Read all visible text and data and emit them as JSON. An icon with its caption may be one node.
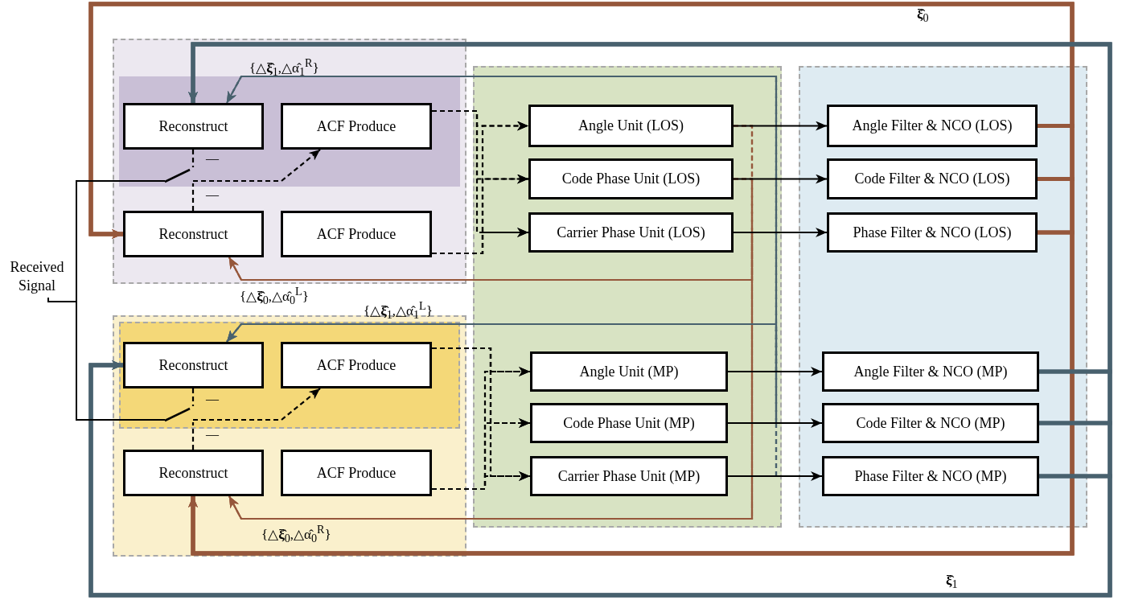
{
  "diagram": {
    "nodes": [
      {
        "text": [
          "Received Signal"
        ]
      },
      {
        "text": [],
        "shape": "box"
      },
      {
        "text": [],
        "shape": "box",
        "in": 1
      },
      {
        "text": [
          "Reconstruct"
        ],
        "in": 2
      },
      {
        "text": [
          "ACF Produce"
        ],
        "in": 2
      },
      {
        "text": [],
        "shape": "switch",
        "in": 2
      },
      {
        "text": [
          "Reconstruct"
        ],
        "in": 1
      },
      {
        "text": [
          "ACF Produce"
        ],
        "in": 1
      },
      {
        "text": [],
        "shape": "box"
      },
      {
        "text": [],
        "shape": "box",
        "in": 8
      },
      {
        "text": [
          "Reconstruct"
        ],
        "in": 9
      },
      {
        "text": [
          "ACF Produce"
        ],
        "in": 9
      },
      {
        "text": [],
        "shape": "switch",
        "in": 9
      },
      {
        "text": [
          "Reconstruct"
        ],
        "in": 8
      },
      {
        "text": [
          "ACF Produce"
        ],
        "in": 8
      },
      {
        "text": [],
        "shape": "box"
      },
      {
        "text": [
          "Angle Unit (LOS)"
        ],
        "in": 15
      },
      {
        "text": [
          "Code Phase Unit (LOS)"
        ],
        "in": 15
      },
      {
        "text": [
          "Carrier Phase Unit (LOS)"
        ],
        "in": 15
      },
      {
        "text": [
          "Angle Unit (MP)"
        ],
        "in": 15
      },
      {
        "text": [
          "Code Phase Unit (MP)"
        ],
        "in": 15
      },
      {
        "text": [
          "Carrier Phase Unit (MP)"
        ],
        "in": 15
      },
      {
        "text": [],
        "shape": "box"
      },
      {
        "text": [
          "Angle Filter & NCO (LOS)"
        ],
        "in": 22
      },
      {
        "text": [
          "Code Filter & NCO (LOS)"
        ],
        "in": 22
      },
      {
        "text": [
          "Phase Filter & NCO (LOS)"
        ],
        "in": 22
      },
      {
        "text": [
          "Angle Filter & NCO (MP)"
        ],
        "in": 22
      },
      {
        "text": [
          "Code Filter & NCO (MP)"
        ],
        "in": 22
      },
      {
        "text": [
          "Phase Filter & NCO (MP)"
        ],
        "in": 22
      }
    ],
    "edges": [
      {
        "from": 0,
        "to": 5,
        "arrow": "none"
      },
      {
        "from": 3,
        "to": 5,
        "arrow": "none",
        "style": "dashed"
      },
      {
        "from": 6,
        "to": 5,
        "arrow": "none",
        "style": "dashed"
      },
      {
        "from": 5,
        "to": 4,
        "arrow": "to",
        "style": "dashed"
      },
      {
        "from": 0,
        "to": 12,
        "arrow": "none"
      },
      {
        "from": 10,
        "to": 12,
        "arrow": "none",
        "style": "dashed"
      },
      {
        "from": 13,
        "to": 12,
        "arrow": "none",
        "style": "dashed"
      },
      {
        "from": 12,
        "to": 11,
        "arrow": "to",
        "style": "dashed"
      },
      {
        "from": 4,
        "to": 16,
        "arrow": "to",
        "style": "dashed"
      },
      {
        "from": 4,
        "to": 17,
        "arrow": "to",
        "style": "dashed"
      },
      {
        "from": 4,
        "to": 18,
        "arrow": "to",
        "style": "dashed"
      },
      {
        "from": 7,
        "to": 16,
        "arrow": "to",
        "style": "dashed"
      },
      {
        "from": 7,
        "to": 17,
        "arrow": "to",
        "style": "dashed"
      },
      {
        "from": 7,
        "to": 18,
        "arrow": "to",
        "style": "dashed"
      },
      {
        "from": 11,
        "to": 19,
        "arrow": "to",
        "style": "dashed"
      },
      {
        "from": 11,
        "to": 20,
        "arrow": "to",
        "style": "dashed"
      },
      {
        "from": 11,
        "to": 21,
        "arrow": "to",
        "style": "dashed"
      },
      {
        "from": 14,
        "to": 19,
        "arrow": "to",
        "style": "dashed"
      },
      {
        "from": 14,
        "to": 20,
        "arrow": "to",
        "style": "dashed"
      },
      {
        "from": 14,
        "to": 21,
        "arrow": "to",
        "style": "dashed"
      },
      {
        "from": 16,
        "to": 23,
        "arrow": "to"
      },
      {
        "from": 17,
        "to": 24,
        "arrow": "to"
      },
      {
        "from": 18,
        "to": 25,
        "arrow": "to"
      },
      {
        "from": 19,
        "to": 26,
        "arrow": "to"
      },
      {
        "from": 20,
        "to": 27,
        "arrow": "to"
      },
      {
        "from": 21,
        "to": 28,
        "arrow": "to"
      },
      {
        "from": 16,
        "to": 6,
        "arrow": "to",
        "style": "dashed",
        "color": "#96573b",
        "label": "{△**ξ̂**$_{0}$,△α̂$_{0}$$^{L}$}"
      },
      {
        "from": 17,
        "to": 6,
        "arrow": "to",
        "style": "dashed",
        "color": "#96573b"
      },
      {
        "from": 18,
        "to": 6,
        "arrow": "to",
        "style": "dashed",
        "color": "#96573b"
      },
      {
        "from": 16,
        "to": 13,
        "arrow": "to",
        "style": "dashed",
        "color": "#96573b",
        "label": "{△**ξ̂**$_{0}$,△α̂$_{0}$$^{R}$}"
      },
      {
        "from": 17,
        "to": 13,
        "arrow": "to",
        "style": "dashed",
        "color": "#96573b"
      },
      {
        "from": 18,
        "to": 13,
        "arrow": "to",
        "style": "dashed",
        "color": "#96573b"
      },
      {
        "from": 19,
        "to": 3,
        "arrow": "to",
        "style": "dashed",
        "color": "#48616e",
        "label": "{△**ξ̂**$_{1}$,△α̂$_{1}$$^{R}$}"
      },
      {
        "from": 20,
        "to": 3,
        "arrow": "to",
        "style": "dashed",
        "color": "#48616e"
      },
      {
        "from": 21,
        "to": 3,
        "arrow": "to",
        "style": "dashed",
        "color": "#48616e"
      },
      {
        "from": 19,
        "to": 10,
        "arrow": "to",
        "style": "dashed",
        "color": "#48616e",
        "label": "{△**ξ̂**$_{1}$,△α̂$_{1}$$^{L}$}"
      },
      {
        "from": 20,
        "to": 10,
        "arrow": "to",
        "style": "dashed",
        "color": "#48616e"
      },
      {
        "from": 21,
        "to": 10,
        "arrow": "to",
        "style": "dashed",
        "color": "#48616e"
      },
      {
        "from": 23,
        "to": 6,
        "arrow": "to",
        "style": "thick",
        "color": "#96573b",
        "label": "**ξ̂**$_{0}$"
      },
      {
        "from": 24,
        "to": 6,
        "arrow": "to",
        "style": "thick",
        "color": "#96573b"
      },
      {
        "from": 25,
        "to": 6,
        "arrow": "to",
        "style": "thick",
        "color": "#96573b"
      },
      {
        "from": 23,
        "to": 13,
        "arrow": "to",
        "style": "thick",
        "color": "#96573b"
      },
      {
        "from": 24,
        "to": 13,
        "arrow": "to",
        "style": "thick",
        "color": "#96573b"
      },
      {
        "from": 25,
        "to": 13,
        "arrow": "to",
        "style": "thick",
        "color": "#96573b"
      },
      {
        "from": 26,
        "to": 3,
        "arrow": "to",
        "style": "thick",
        "color": "#48616e"
      },
      {
        "from": 27,
        "to": 3,
        "arrow": "to",
        "style": "thick",
        "color": "#48616e"
      },
      {
        "from": 28,
        "to": 3,
        "arrow": "to",
        "style": "thick",
        "color": "#48616e"
      },
      {
        "from": 26,
        "to": 10,
        "arrow": "to",
        "style": "thick",
        "color": "#48616e",
        "label": "**ξ̂**$_{1}$"
      },
      {
        "from": 27,
        "to": 10,
        "arrow": "to",
        "style": "thick",
        "color": "#48616e"
      },
      {
        "from": 28,
        "to": 10,
        "arrow": "to",
        "style": "thick",
        "color": "#48616e"
      }
    ],
    "labels": [
      "—",
      "—",
      "—",
      "—"
    ]
  }
}
